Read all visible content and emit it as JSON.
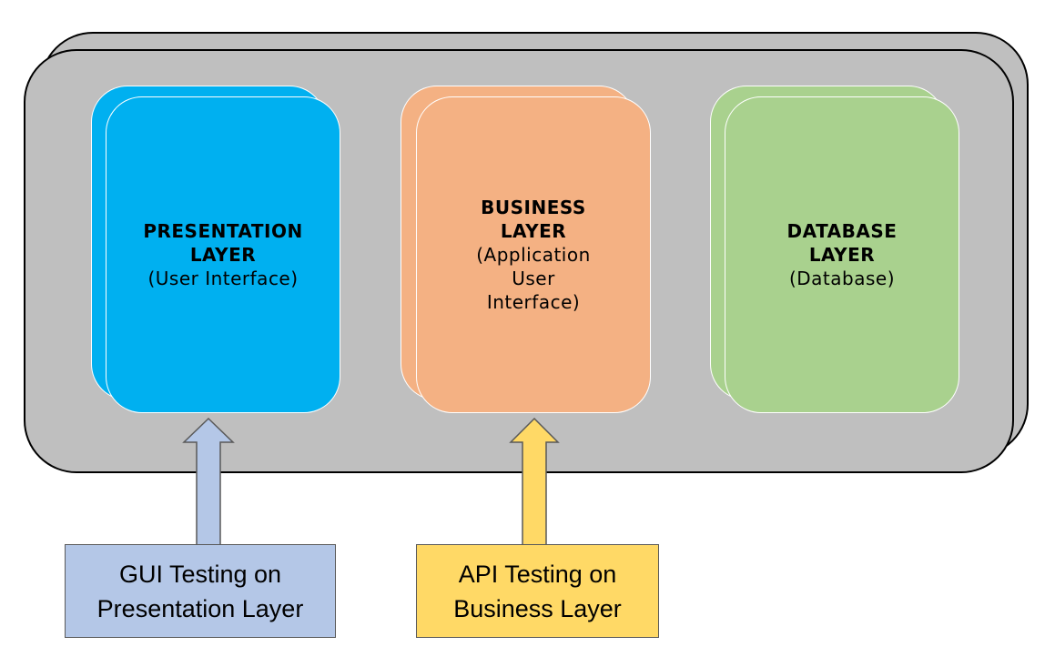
{
  "colors": {
    "container": "#bfbfbf",
    "presentation": "#00b0f0",
    "business": "#f4b183",
    "database": "#a9d18e",
    "gui_test": "#b4c7e7",
    "api_test": "#ffd966"
  },
  "layers": {
    "presentation": {
      "title": "PRESENTATION\nLAYER",
      "subtitle": "(User Interface)"
    },
    "business": {
      "title": "BUSINESS\nLAYER",
      "subtitle": "(Application\nUser\nInterface)"
    },
    "database": {
      "title": "DATABASE\nLAYER",
      "subtitle": "(Database)"
    }
  },
  "tests": {
    "gui": {
      "line1": "GUI Testing on",
      "line2": "Presentation Layer"
    },
    "api": {
      "line1": "API Testing on",
      "line2": "Business Layer"
    }
  }
}
